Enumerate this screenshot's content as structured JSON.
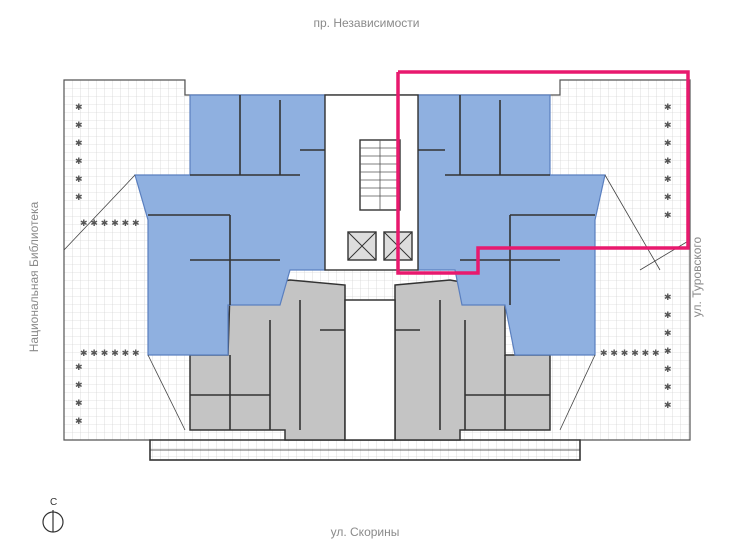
{
  "streets": {
    "top": "пр. Независимости",
    "bottom": "ул. Скорины",
    "left": "Национальная Библиотека",
    "right": "ул. Туровского"
  },
  "compass": {
    "letter": "С"
  },
  "legend_colors": {
    "apartments_blue": "#8fb0e0",
    "apartments_blue_stroke": "#5a7fbf",
    "apartments_gray": "#c4c4c4",
    "highlight": "#e8196e",
    "walls": "#333333",
    "terrace_grid": "#bdbdbd"
  }
}
